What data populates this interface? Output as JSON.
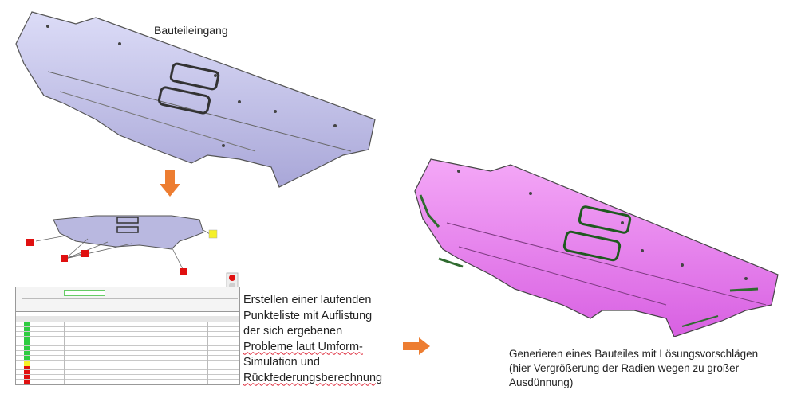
{
  "captions": {
    "top_title": "Bauteileingang",
    "list_lines": [
      "Erstellen einer laufenden",
      "Punkteliste mit Auflistung",
      "der sich ergebenen",
      "Probleme laut Umform-",
      "Simulation und",
      "Rückfederungsberechnung"
    ],
    "generate_lines": [
      "Generieren eines Bauteiles mit Lösungsvorschlägen",
      "(hier Vergrößerung der Radien wegen zu großer",
      "Ausdünnung)"
    ]
  },
  "colors": {
    "part_lavender": "#c9c8ec",
    "part_magenta": "#e87ef0",
    "arrow_orange": "#ed7d31",
    "marker_red": "#e01010",
    "marker_yellow": "#f5f02a",
    "status_green": "#2ecc40"
  },
  "icons": {
    "down_arrow": "arrow-down-icon",
    "right_arrow": "arrow-right-icon",
    "traffic_light": "traffic-light-icon"
  }
}
